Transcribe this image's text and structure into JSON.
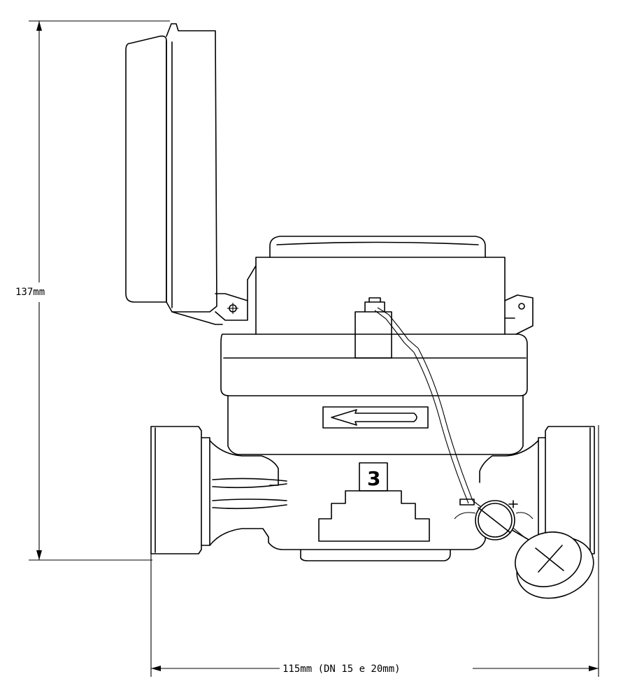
{
  "dimensions": {
    "height_label": "137mm",
    "width_label": "115mm (DN 15 e 20mm)"
  },
  "body_marking": "3"
}
